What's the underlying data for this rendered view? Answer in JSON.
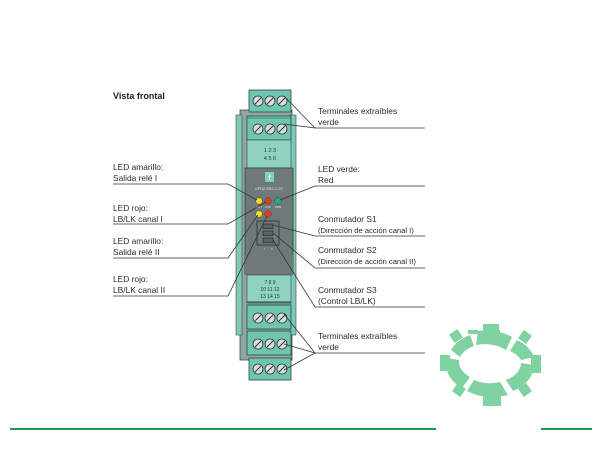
{
  "title": "Vista frontal",
  "device": {
    "model_label": "KFD2-SR2-2.2S",
    "top_terminal_numbers": [
      "1 2 3",
      "4 5 6"
    ],
    "bottom_terminal_numbers": [
      "7 8 9",
      "10 11 12",
      "13 14 15"
    ],
    "led_row_labels": [
      "OUT",
      "CHK",
      "PWR"
    ],
    "led_colors": {
      "yellow": "#f2e21e",
      "red": "#e63b2e",
      "green": "#1fae8c"
    },
    "body_color": "#6f7a78",
    "terminal_color": "#6ec6b0"
  },
  "labels_left": [
    {
      "line1": "LED amarillo:",
      "line2": "Salida relé I"
    },
    {
      "line1": "LED rojo:",
      "line2": "LB/LK canal I"
    },
    {
      "line1": "LED amarillo:",
      "line2": "Salida relé II"
    },
    {
      "line1": "LED rojo:",
      "line2": "LB/LK canal II"
    }
  ],
  "labels_right": [
    {
      "line1": "Terminales extraíbles",
      "line2": "verde"
    },
    {
      "line1": "LED verde:",
      "line2": "Red"
    },
    {
      "line1": "Conmutador S1",
      "line2": "(Dirección de acción canal I)"
    },
    {
      "line1": "Conmutador S2",
      "line2": "(Dirección de acción canal II)"
    },
    {
      "line1": "Conmutador S3",
      "line2": "(Control LB/LK)"
    },
    {
      "line1": "Terminales extraíbles",
      "line2": "verde"
    }
  ],
  "decor": {
    "gear_color": "#7fd3a0",
    "rule_color": "#1f9a4b"
  }
}
